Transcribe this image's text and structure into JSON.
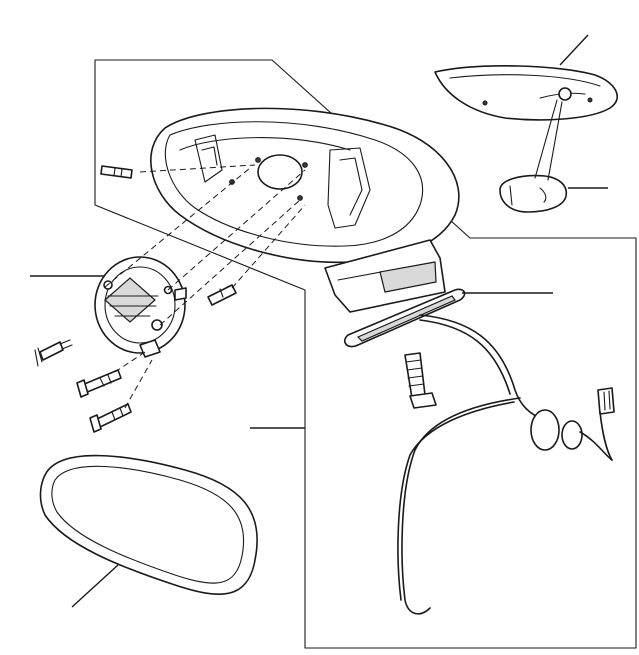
{
  "diagram": {
    "type": "exploded-parts-view",
    "line_color": "#1a1a1a",
    "background": "#ffffff",
    "parts": [
      "mirror-housing",
      "turn-signal-lens",
      "indicator-bulb",
      "mirror-motor",
      "motor-screws",
      "mounting-gasket",
      "mounting-stud",
      "wiring-harness",
      "mirror-glass",
      "housing-screw"
    ]
  }
}
